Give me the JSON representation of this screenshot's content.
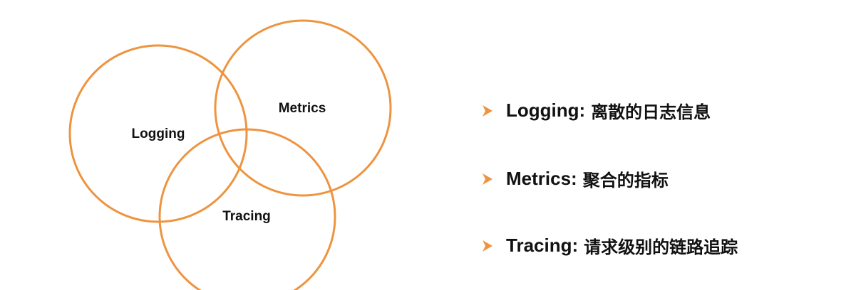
{
  "diagram": {
    "accent_color": "#ee9440",
    "circles": [
      {
        "label": "Logging"
      },
      {
        "label": "Metrics"
      },
      {
        "label": "Tracing"
      }
    ]
  },
  "legend": {
    "bullet_icon": "chevron-right-icon",
    "items": [
      {
        "term": "Logging",
        "separator": ":",
        "description": "离散的日志信息"
      },
      {
        "term": "Metrics",
        "separator": ":",
        "description": "聚合的指标"
      },
      {
        "term": "Tracing",
        "separator": ":",
        "description": "请求级别的链路追踪"
      }
    ]
  }
}
